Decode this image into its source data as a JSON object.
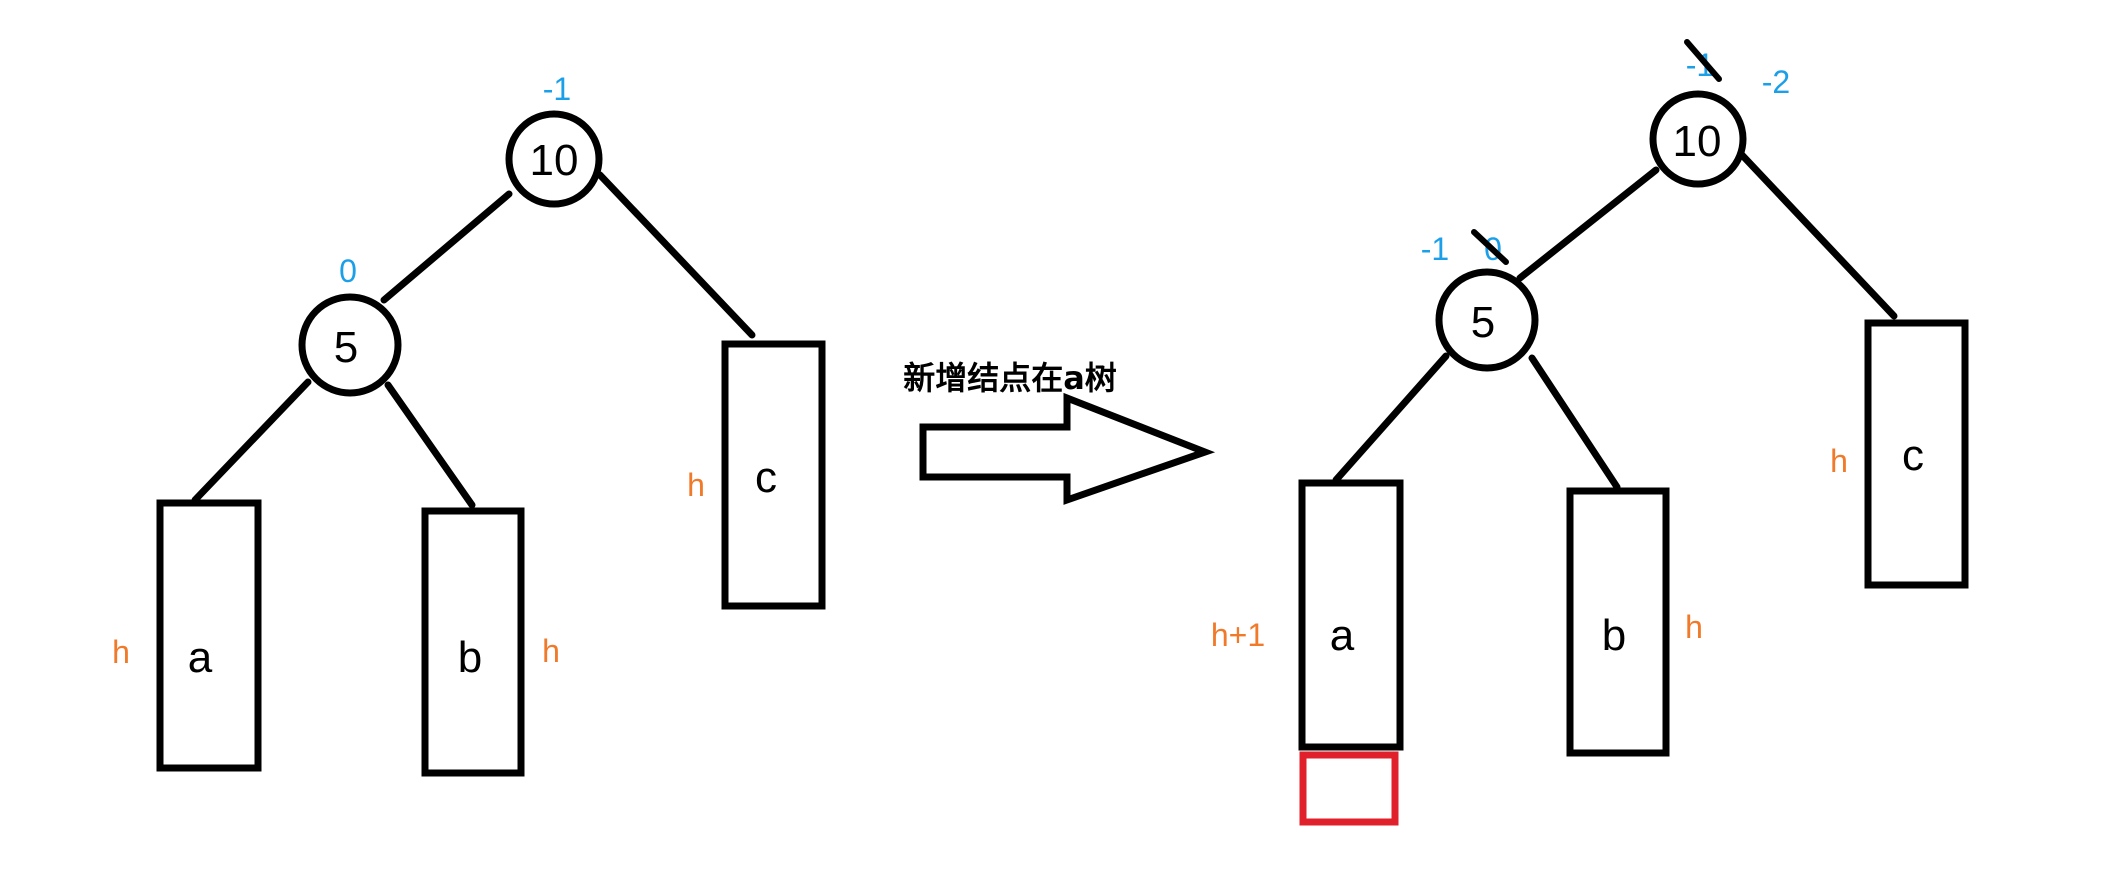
{
  "colors": {
    "balance_factor": "#1a9fe8",
    "height": "#f07a2a",
    "new_node": "#e0202a",
    "line": "#000000"
  },
  "caption": "新增结点在a树",
  "before": {
    "root": {
      "value": "10",
      "balance_factor": "-1"
    },
    "left_child": {
      "value": "5",
      "balance_factor": "0"
    },
    "subtrees": {
      "a": {
        "label": "a",
        "height": "h"
      },
      "b": {
        "label": "b",
        "height": "h"
      },
      "c": {
        "label": "c",
        "height": "h"
      }
    }
  },
  "after": {
    "root": {
      "value": "10",
      "old_balance_factor": "-1",
      "balance_factor": "-2"
    },
    "left_child": {
      "value": "5",
      "old_balance_factor": "0",
      "balance_factor": "-1"
    },
    "subtrees": {
      "a": {
        "label": "a",
        "height": "h+1"
      },
      "b": {
        "label": "b",
        "height": "h"
      },
      "c": {
        "label": "c",
        "height": "h"
      }
    }
  }
}
